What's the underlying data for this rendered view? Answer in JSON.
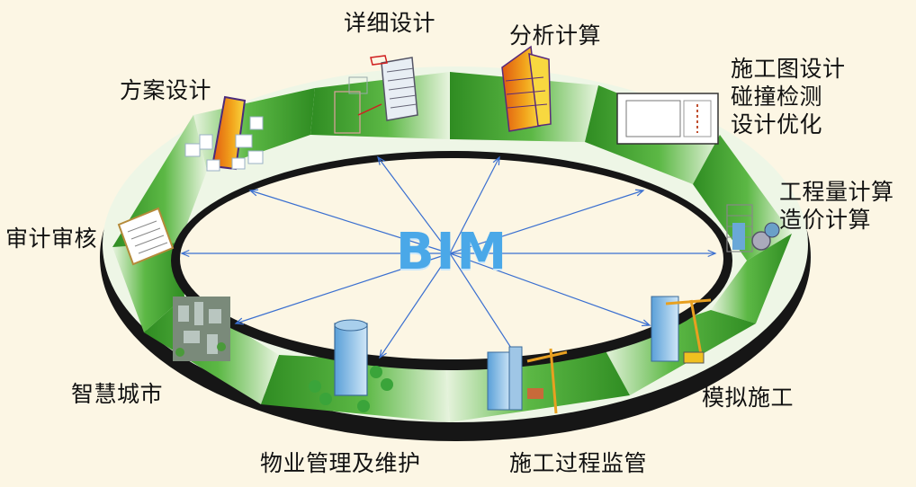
{
  "center": {
    "title": "BIM"
  },
  "stages": [
    {
      "id": "scheme-design",
      "lines": [
        "方案设计"
      ]
    },
    {
      "id": "detail-design",
      "lines": [
        "详细设计"
      ]
    },
    {
      "id": "analysis-calc",
      "lines": [
        "分析计算"
      ]
    },
    {
      "id": "construction-drawing",
      "lines": [
        "施工图设计",
        "碰撞检测",
        "设计优化"
      ]
    },
    {
      "id": "quantity-cost",
      "lines": [
        "工程量计算",
        "造价计算"
      ]
    },
    {
      "id": "construction-sim",
      "lines": [
        "模拟施工"
      ]
    },
    {
      "id": "process-supervision",
      "lines": [
        "施工过程监管"
      ]
    },
    {
      "id": "property-management",
      "lines": [
        "物业管理及维护"
      ]
    },
    {
      "id": "smart-city",
      "lines": [
        "智慧城市"
      ]
    },
    {
      "id": "audit-review",
      "lines": [
        "审计审核"
      ]
    }
  ],
  "colors": {
    "background": "#fcf6e4",
    "ring_green": "#3f9e2e",
    "ring_light": "#e6f2dc",
    "ring_dark": "#161616",
    "arrow": "#3a6fd0",
    "title": "#4aa8e8"
  }
}
